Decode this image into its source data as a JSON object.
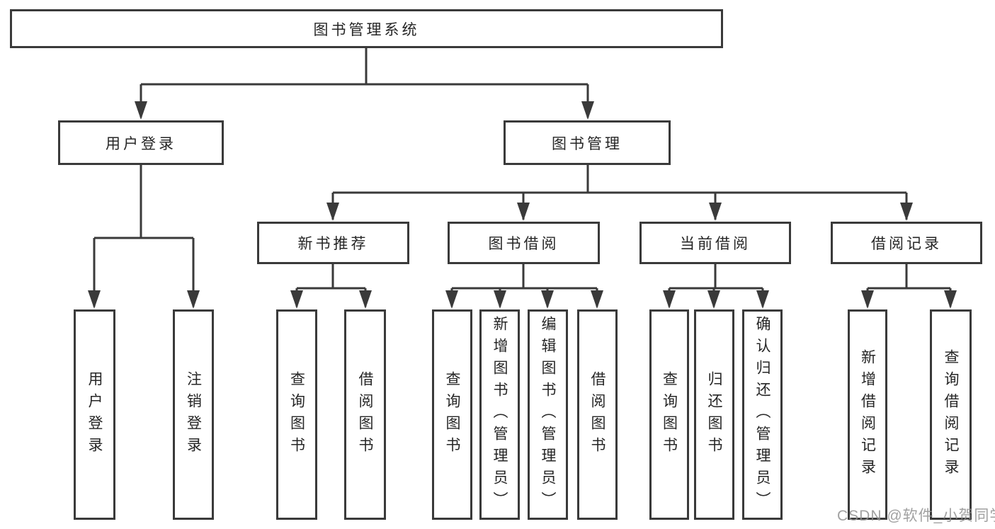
{
  "diagram": {
    "root": {
      "label": "图书管理系统"
    },
    "level2": [
      {
        "label": "用户登录"
      },
      {
        "label": "图书管理"
      }
    ],
    "level3": [
      {
        "label": "新书推荐"
      },
      {
        "label": "图书借阅"
      },
      {
        "label": "当前借阅"
      },
      {
        "label": "借阅记录"
      }
    ],
    "leaves": {
      "user_login": [
        "用户登录",
        "注销登录"
      ],
      "new_book": [
        "查询图书",
        "借阅图书"
      ],
      "book_borrow": [
        "查询图书",
        "新增图书（管理员）",
        "编辑图书（管理员）",
        "借阅图书"
      ],
      "current_borrow": [
        "查询图书",
        "归还图书",
        "确认归还（管理员）"
      ],
      "borrow_records": [
        "新增借阅记录",
        "查询借阅记录"
      ]
    },
    "watermark": "CSDN @软件_小贺同学",
    "colors": {
      "line": "#3a3a3a",
      "text": "#262626",
      "watermark": "#919191",
      "background": "#ffffff"
    }
  }
}
